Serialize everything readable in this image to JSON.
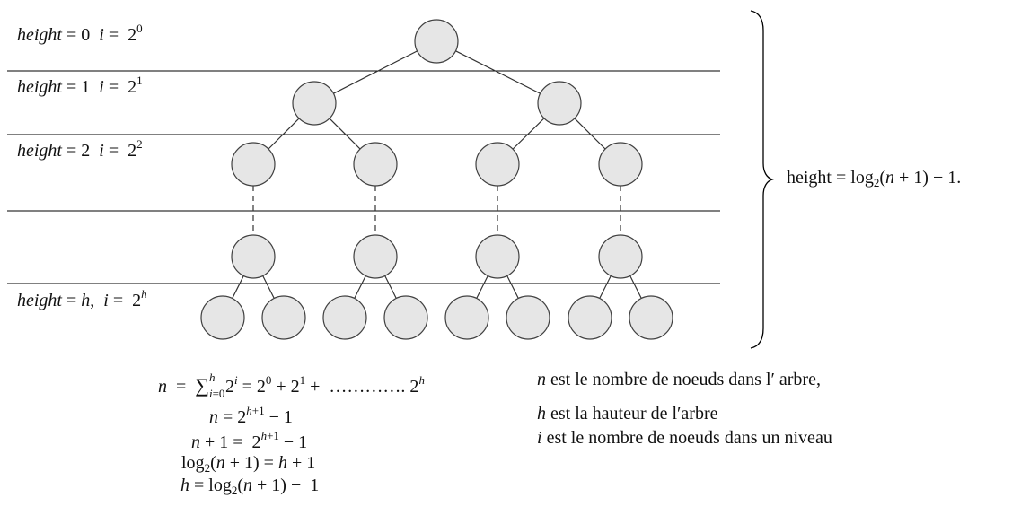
{
  "levels": [
    {
      "text": "height = 0  i =  2",
      "exp": "0"
    },
    {
      "text": "height = 1  i =  2",
      "exp": "1"
    },
    {
      "text": "height = 2  i =  2",
      "exp": "2"
    },
    {
      "text": "height = h,  i =  2",
      "exp": "h"
    }
  ],
  "height_formula": "height = log2(n + 1) − 1.",
  "derivation": [
    "n  =  ∑ from i=0 to h of 2^i = 2^0 + 2^1 +  …………. 2^h",
    "n = 2^(h+1) − 1",
    "n + 1 =  2^(h+1) − 1",
    "log2(n + 1) = h + 1",
    "h = log2(n + 1) −  1"
  ],
  "descriptions": [
    "n est le nombre de noeuds dans l' arbre,",
    "h est la hauteur de l'arbre",
    "i est le nombre de noeuds dans un niveau"
  ],
  "colors": {
    "node_fill": "#e6e6e6",
    "node_stroke": "#404040",
    "line": "#333333"
  }
}
